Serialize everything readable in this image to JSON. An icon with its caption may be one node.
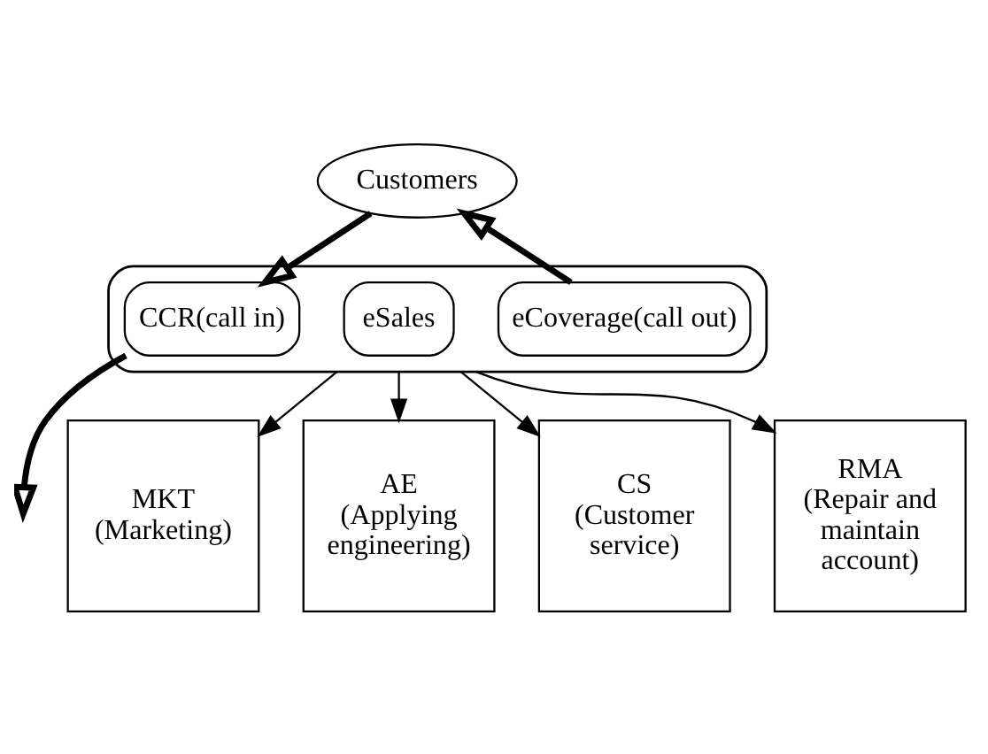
{
  "diagram": {
    "nodes": [
      {
        "text": [
          "Customers"
        ]
      },
      {
        "text": [],
        "shape": "box"
      },
      {
        "text": [
          "CCR(call in)"
        ],
        "in": 1
      },
      {
        "text": [
          "eCoverage(call out)"
        ],
        "in": 1
      },
      {
        "text": [
          "eSales"
        ],
        "in": 1
      },
      {
        "text": [
          "MKT",
          "(Marketing)"
        ]
      },
      {
        "text": [
          "AE",
          "(Applying engineering)"
        ]
      },
      {
        "text": [
          "CS",
          "(Customer service)"
        ]
      },
      {
        "text": [
          "RMA",
          "(Repair and maintain account)"
        ]
      }
    ],
    "edges": [
      {
        "from": 0,
        "to": 2,
        "arrow": "to",
        "style": "thick"
      },
      {
        "from": 3,
        "to": 0,
        "arrow": "to",
        "style": "thick"
      },
      {
        "from": 2,
        "to": null,
        "arrow": "to",
        "style": "thick"
      },
      {
        "from": 1,
        "to": 5,
        "arrow": "to"
      },
      {
        "from": 1,
        "to": 6,
        "arrow": "to"
      },
      {
        "from": 1,
        "to": 7,
        "arrow": "to"
      },
      {
        "from": 1,
        "to": 8,
        "arrow": "to"
      }
    ]
  }
}
